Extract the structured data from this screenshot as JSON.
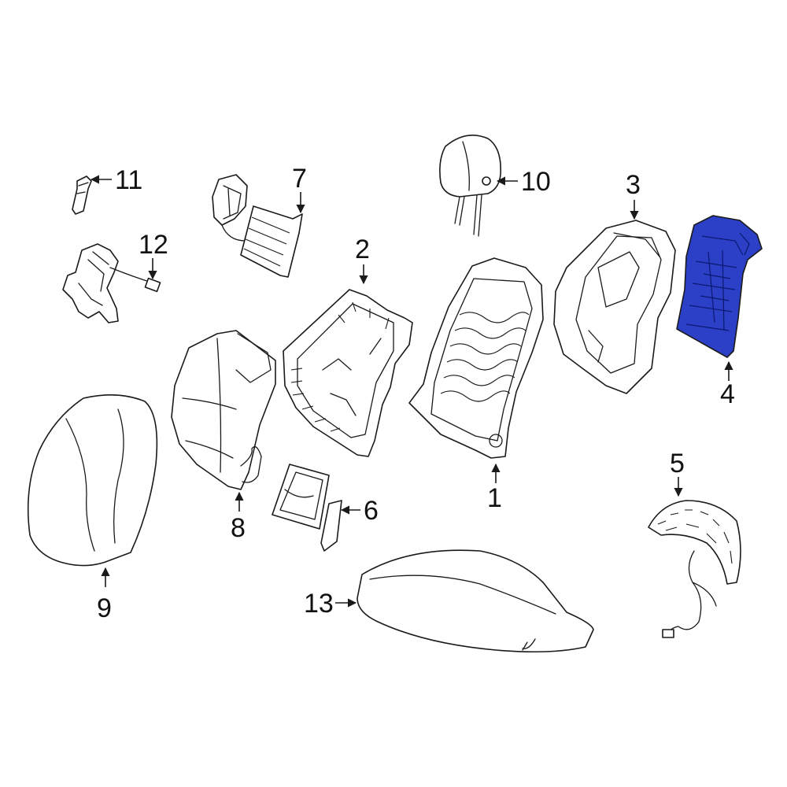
{
  "diagram": {
    "highlight_color": "#2b3fc7",
    "line_color": "#1a1a1a",
    "callouts": [
      {
        "id": "c1",
        "label": "1"
      },
      {
        "id": "c2",
        "label": "2"
      },
      {
        "id": "c3",
        "label": "3"
      },
      {
        "id": "c4",
        "label": "4",
        "highlighted": true
      },
      {
        "id": "c5",
        "label": "5"
      },
      {
        "id": "c6",
        "label": "6"
      },
      {
        "id": "c7",
        "label": "7"
      },
      {
        "id": "c8",
        "label": "8"
      },
      {
        "id": "c9",
        "label": "9"
      },
      {
        "id": "c10",
        "label": "10"
      },
      {
        "id": "c11",
        "label": "11"
      },
      {
        "id": "c12",
        "label": "12"
      },
      {
        "id": "c13",
        "label": "13"
      }
    ]
  }
}
